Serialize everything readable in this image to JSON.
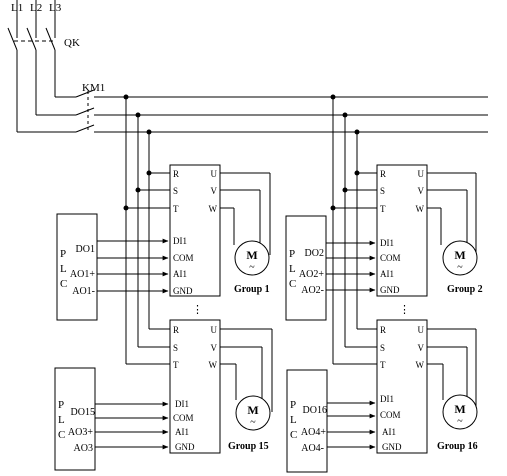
{
  "supply": {
    "phases": [
      "L1",
      "L2",
      "L3"
    ],
    "breaker": "QK",
    "contactor": "KM1"
  },
  "groups": [
    {
      "name": "Group 1",
      "plc": {
        "letters": [
          "P",
          "L",
          "C"
        ],
        "signals": [
          "DO1",
          "AO1+",
          "AO1-"
        ]
      },
      "vfd": {
        "input_terminals": [
          "R",
          "S",
          "T"
        ],
        "output_terminals": [
          "U",
          "V",
          "W"
        ],
        "control_terminals": [
          "DI1",
          "COM",
          "AI1",
          "GND"
        ]
      },
      "motor": {
        "label": "M",
        "symbol": "~"
      }
    },
    {
      "name": "Group 2",
      "plc": {
        "letters": [
          "P",
          "L",
          "C"
        ],
        "signals": [
          "DO2",
          "AO2+",
          "AO2-"
        ]
      },
      "vfd": {
        "input_terminals": [
          "R",
          "S",
          "T"
        ],
        "output_terminals": [
          "U",
          "V",
          "W"
        ],
        "control_terminals": [
          "DI1",
          "COM",
          "AI1",
          "GND"
        ]
      },
      "motor": {
        "label": "M",
        "symbol": "~"
      }
    },
    {
      "name": "Group 15",
      "plc": {
        "letters": [
          "P",
          "L",
          "C"
        ],
        "signals": [
          "DO15",
          "AO3+",
          "AO3"
        ]
      },
      "vfd": {
        "input_terminals": [
          "R",
          "S",
          "T"
        ],
        "output_terminals": [
          "U",
          "V",
          "W"
        ],
        "control_terminals": [
          "DI1",
          "COM",
          "AI1",
          "GND"
        ]
      },
      "motor": {
        "label": "M",
        "symbol": "~"
      }
    },
    {
      "name": "Group 16",
      "plc": {
        "letters": [
          "P",
          "L",
          "C"
        ],
        "signals": [
          "DO16",
          "AO4+",
          "AO4-"
        ]
      },
      "vfd": {
        "input_terminals": [
          "R",
          "S",
          "T"
        ],
        "output_terminals": [
          "U",
          "V",
          "W"
        ],
        "control_terminals": [
          "DI1",
          "COM",
          "AI1",
          "GND"
        ]
      },
      "motor": {
        "label": "M",
        "symbol": "~"
      }
    }
  ],
  "ellipsis": "⋮"
}
